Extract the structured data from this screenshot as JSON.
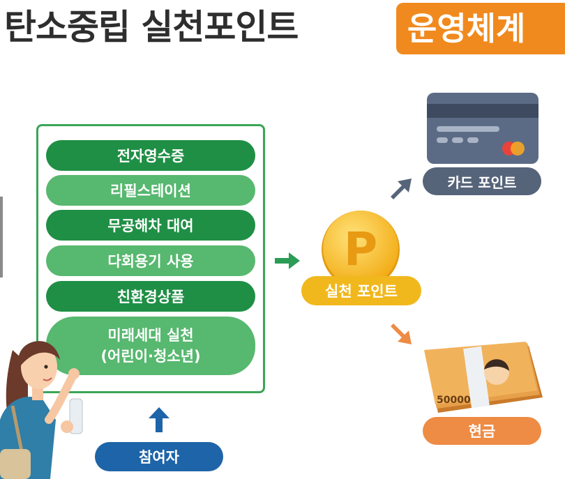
{
  "title": {
    "main": "탄소중립 실천포인트",
    "badge": "운영체계"
  },
  "activities": [
    "전자영수증",
    "리필스테이션",
    "무공해차 대여",
    "다회용기 사용",
    "친환경상품",
    "미래세대 실천",
    "(어린이·청소년)"
  ],
  "participant_label": "참여자",
  "center": {
    "coin_letter": "P",
    "label": "실천 포인트"
  },
  "outputs": {
    "card_label": "카드 포인트",
    "cash_label": "현금",
    "banknote_value": "50000"
  },
  "colors": {
    "green_dark": "#1f8f45",
    "green_light": "#57b86f",
    "orange": "#f08a1e",
    "blue": "#1e64a8",
    "gold": "#f1b81d",
    "slate": "#56647a"
  },
  "icons": [
    "woman-illustration",
    "coin-icon",
    "credit-card-icon",
    "cash-bundle-icon",
    "arrow-icon"
  ]
}
